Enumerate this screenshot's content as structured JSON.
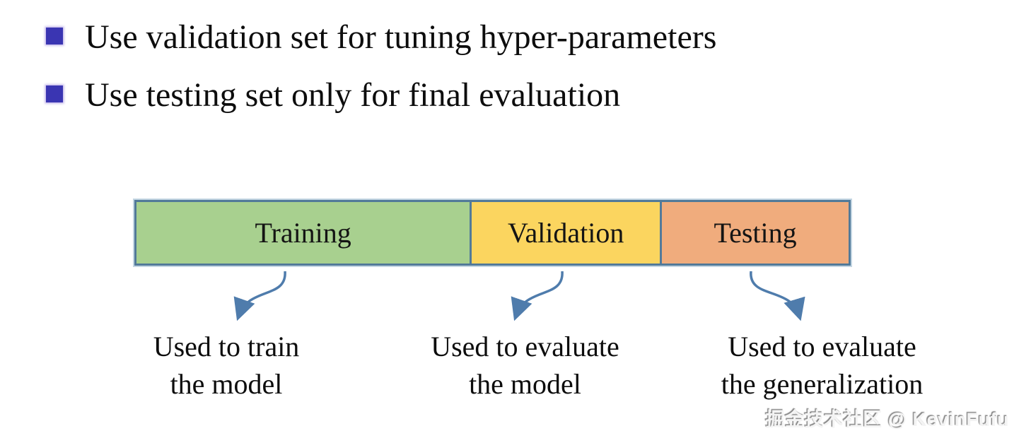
{
  "bullets": [
    {
      "text": "Use validation set for tuning hyper-parameters"
    },
    {
      "text": "Use testing set only for final evaluation"
    }
  ],
  "diagram": {
    "bullet_color": "#3a35b2",
    "bar_border_color": "#527a99",
    "arrow_color": "#4f7cac",
    "segments": [
      {
        "label": "Training",
        "color": "#a8d08f",
        "width_pct": 46.8,
        "desc_line1": "Used to train",
        "desc_line2": "the model"
      },
      {
        "label": "Validation",
        "color": "#fbd55f",
        "width_pct": 26.7,
        "desc_line1": "Used to evaluate",
        "desc_line2": "the model"
      },
      {
        "label": "Testing",
        "color": "#f0ac7d",
        "width_pct": 26.5,
        "desc_line1": "Used to evaluate",
        "desc_line2": "the generalization"
      }
    ]
  },
  "watermark": {
    "text": "掘金技术社区 @ KevinFufu"
  }
}
